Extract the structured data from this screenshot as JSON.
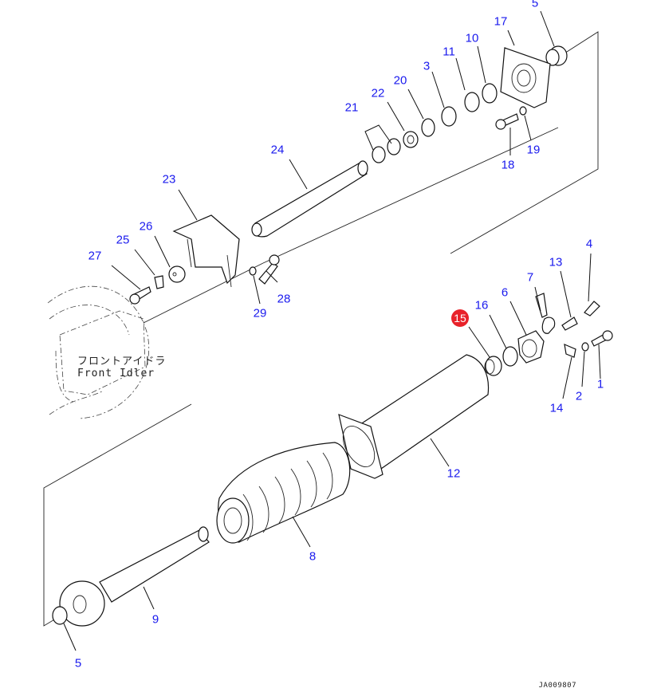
{
  "diagram": {
    "title": "Front Idler Recoil Spring Assembly - Exploded Parts View",
    "drawing_id": "JA009807",
    "reference_caption": {
      "japanese": "フロントアイドラ",
      "english": "Front Idler"
    },
    "highlighted_part": "15",
    "highlight_color": "#e8222a",
    "callout_color": "#1a1aee",
    "callouts": [
      {
        "id": "5a",
        "label": "5",
        "part": "bushing-upper"
      },
      {
        "id": "17",
        "label": "17",
        "part": "cover-flange"
      },
      {
        "id": "10",
        "label": "10",
        "part": "o-ring"
      },
      {
        "id": "11",
        "label": "11",
        "part": "backup-ring"
      },
      {
        "id": "3",
        "label": "3",
        "part": "snap-ring"
      },
      {
        "id": "20",
        "label": "20",
        "part": "snap-ring"
      },
      {
        "id": "22",
        "label": "22",
        "part": "packing"
      },
      {
        "id": "21",
        "label": "21",
        "part": "wear-ring-pair"
      },
      {
        "id": "24",
        "label": "24",
        "part": "rod"
      },
      {
        "id": "23",
        "label": "23",
        "part": "yoke-bracket"
      },
      {
        "id": "26",
        "label": "26",
        "part": "spacer"
      },
      {
        "id": "25",
        "label": "25",
        "part": "lock-plate"
      },
      {
        "id": "27",
        "label": "27",
        "part": "bolt"
      },
      {
        "id": "28",
        "label": "28",
        "part": "bolt"
      },
      {
        "id": "29",
        "label": "29",
        "part": "washer"
      },
      {
        "id": "18",
        "label": "18",
        "part": "bolt"
      },
      {
        "id": "19",
        "label": "19",
        "part": "washer"
      },
      {
        "id": "4",
        "label": "4",
        "part": "grease-fitting"
      },
      {
        "id": "13",
        "label": "13",
        "part": "valve"
      },
      {
        "id": "7",
        "label": "7",
        "part": "lock-holder"
      },
      {
        "id": "6",
        "label": "6",
        "part": "nut"
      },
      {
        "id": "16",
        "label": "16",
        "part": "seal"
      },
      {
        "id": "15",
        "label": "15",
        "part": "bushing"
      },
      {
        "id": "1",
        "label": "1",
        "part": "bolt"
      },
      {
        "id": "2",
        "label": "2",
        "part": "washer"
      },
      {
        "id": "14",
        "label": "14",
        "part": "lock-plate"
      },
      {
        "id": "12",
        "label": "12",
        "part": "cylinder"
      },
      {
        "id": "8",
        "label": "8",
        "part": "recoil-spring"
      },
      {
        "id": "9",
        "label": "9",
        "part": "spring-rod"
      },
      {
        "id": "5b",
        "label": "5",
        "part": "bushing-lower"
      }
    ]
  }
}
